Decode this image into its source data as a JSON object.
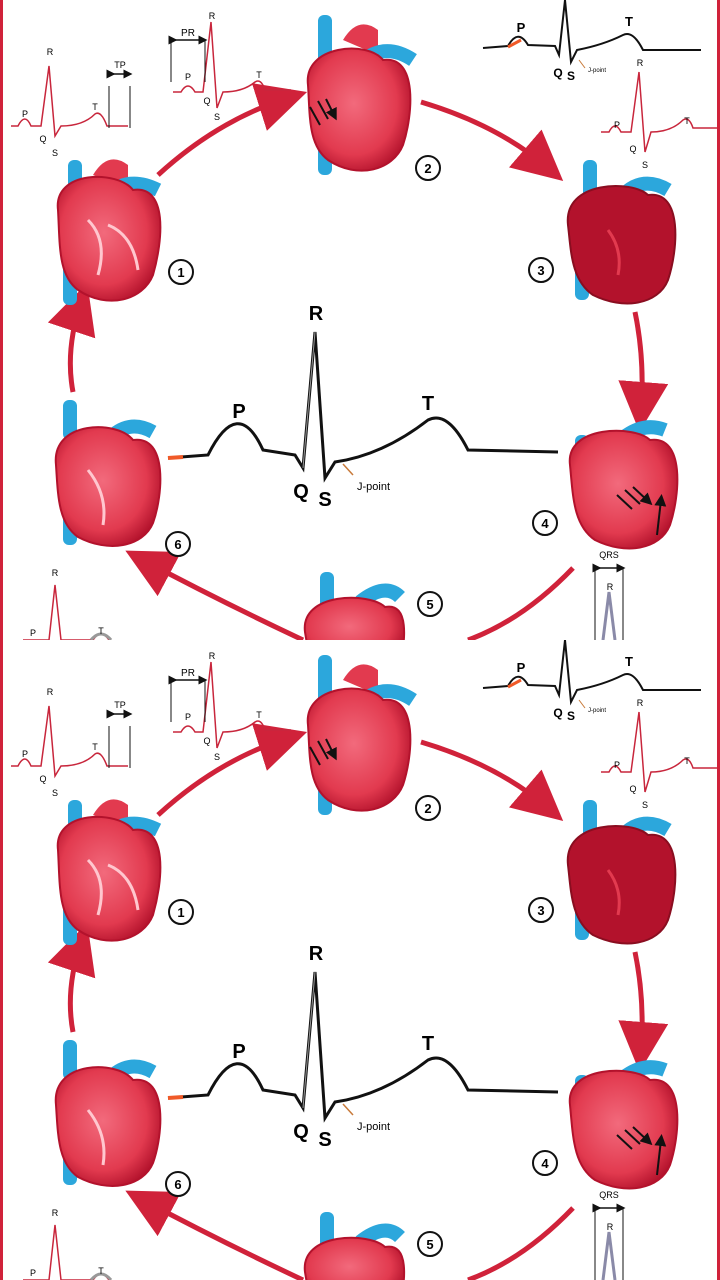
{
  "labels": {
    "p": "P",
    "q": "Q",
    "r": "R",
    "s": "S",
    "t": "T",
    "j_point": "J-point",
    "pr": "PR",
    "tp": "TP",
    "qrs": "QRS"
  },
  "steps": [
    "1",
    "2",
    "3",
    "4",
    "5",
    "6"
  ],
  "colors": {
    "heart_red": "#e23a4f",
    "heart_dark": "#b3122c",
    "vessel_blue": "#2ca7dc",
    "arrow_red": "#d0223a",
    "trace_red": "#c8263c",
    "frame_red": "#d0223a"
  },
  "icons": [
    "heart-icon",
    "arrow-icon",
    "ecg-trace-icon"
  ]
}
